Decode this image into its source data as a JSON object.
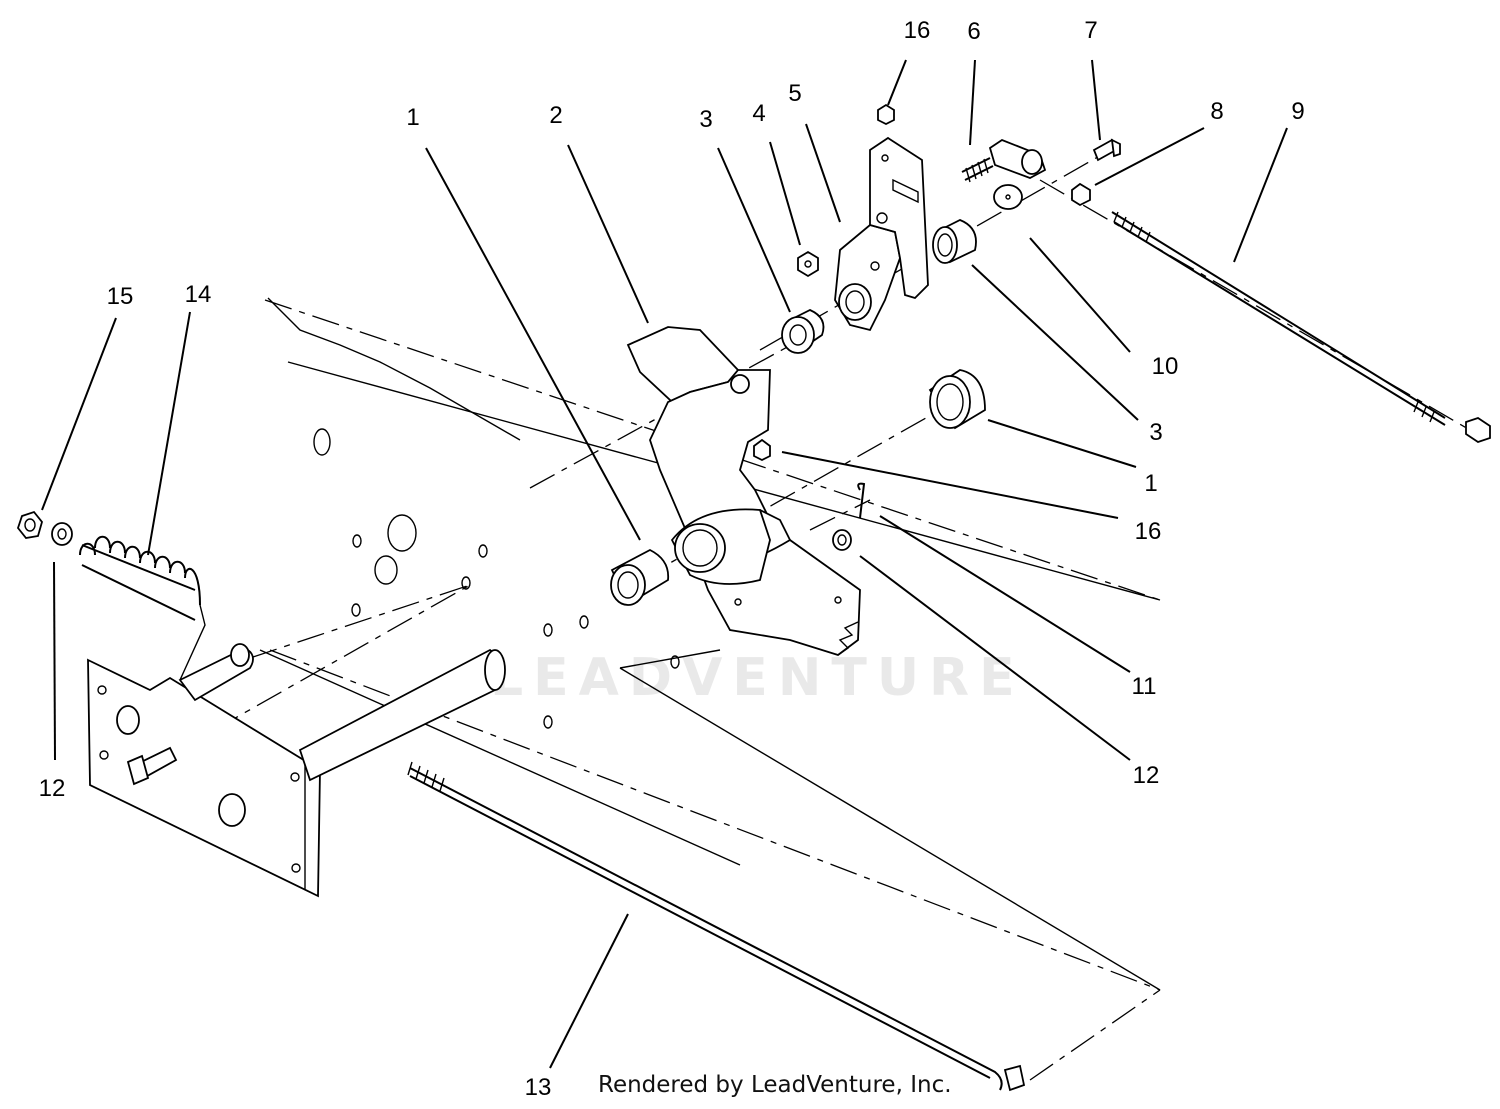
{
  "diagram": {
    "credit": "Rendered by LeadVenture, Inc.",
    "watermark": "LEADVENTURE",
    "callouts": [
      {
        "id": "c1a",
        "label": "1"
      },
      {
        "id": "c2",
        "label": "2"
      },
      {
        "id": "c3a",
        "label": "3"
      },
      {
        "id": "c4",
        "label": "4"
      },
      {
        "id": "c5",
        "label": "5"
      },
      {
        "id": "c16a",
        "label": "16"
      },
      {
        "id": "c6",
        "label": "6"
      },
      {
        "id": "c7",
        "label": "7"
      },
      {
        "id": "c8",
        "label": "8"
      },
      {
        "id": "c9",
        "label": "9"
      },
      {
        "id": "c10",
        "label": "10"
      },
      {
        "id": "c3b",
        "label": "3"
      },
      {
        "id": "c1b",
        "label": "1"
      },
      {
        "id": "c16b",
        "label": "16"
      },
      {
        "id": "c11",
        "label": "11"
      },
      {
        "id": "c12b",
        "label": "12"
      },
      {
        "id": "c15",
        "label": "15"
      },
      {
        "id": "c14",
        "label": "14"
      },
      {
        "id": "c12a",
        "label": "12"
      },
      {
        "id": "c13",
        "label": "13"
      }
    ]
  }
}
